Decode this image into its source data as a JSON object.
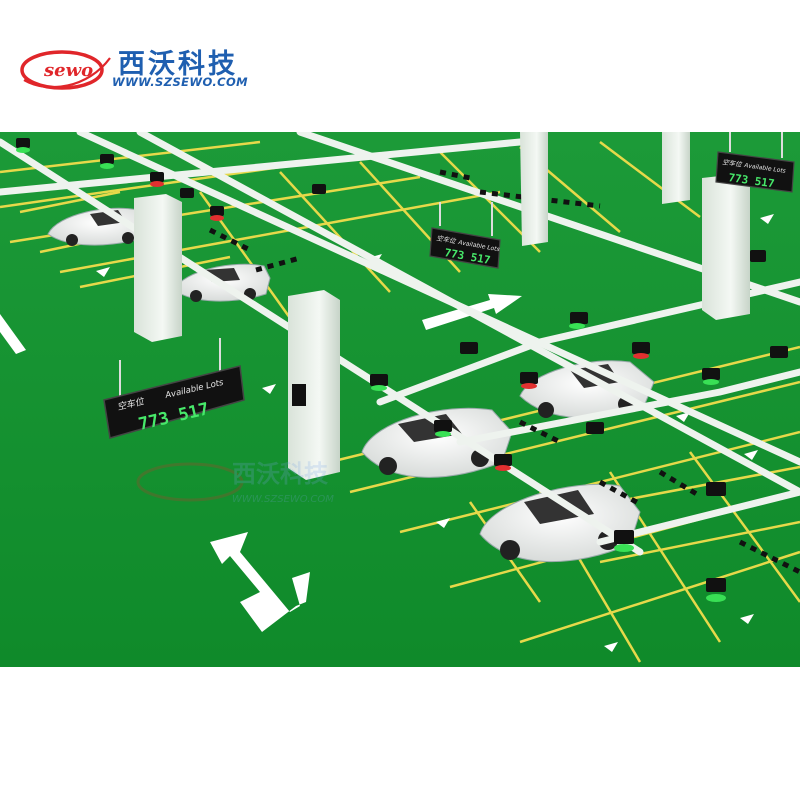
{
  "brand": {
    "name_cn": "西沃科技",
    "url": "WWW.SZSEWO.COM",
    "logo_script": "sewo",
    "colors": {
      "blue": "#1f5fb0",
      "red": "#e0262a"
    }
  },
  "scene": {
    "floor_color": "#12922f",
    "line_color": "#e6d94a",
    "signs": [
      {
        "label_cn": "空车位",
        "label_en": "Available Lots",
        "counts": "773 517"
      },
      {
        "label_cn": "空车位",
        "label_en": "Available Lots",
        "counts": "773 517"
      },
      {
        "label_cn": "空车位",
        "label_en": "Available Lots",
        "counts": "773 517"
      }
    ],
    "watermark": {
      "name_cn": "西沃科技",
      "url": "WWW.SZSEWO.COM"
    }
  }
}
